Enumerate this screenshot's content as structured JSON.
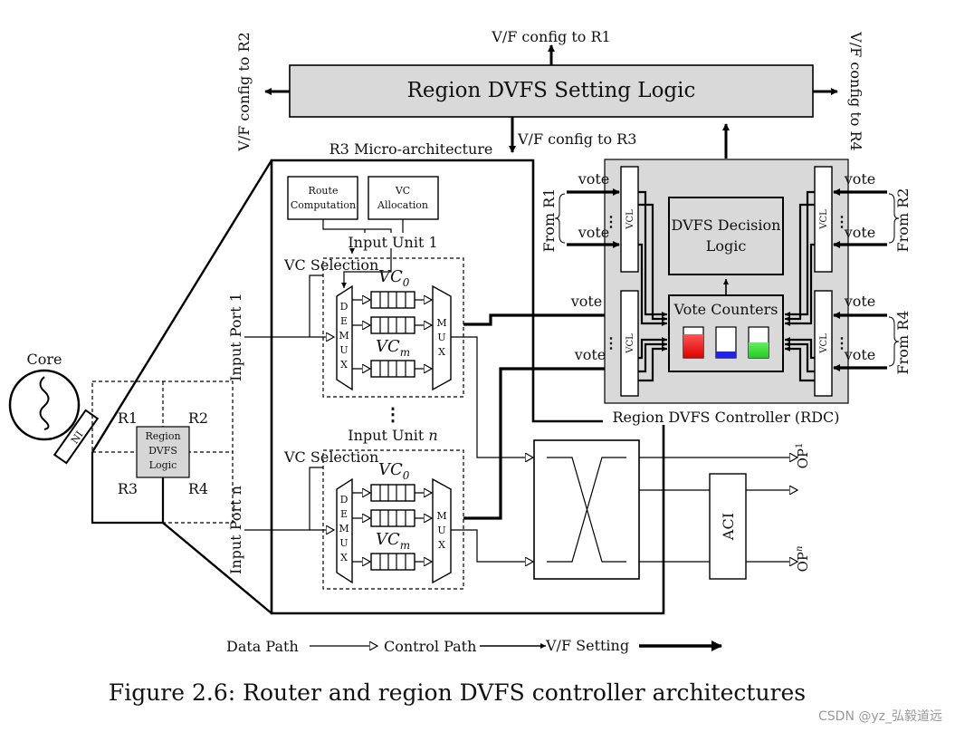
{
  "figure": {
    "caption": "Figure 2.6: Router and region DVFS controller architectures",
    "watermark": "CSDN @yz_弘毅道远"
  },
  "top": {
    "setting_logic": "Region DVFS Setting Logic",
    "vf_r1": "V/F config to R1",
    "vf_r2": "V/F config to R2",
    "vf_r3": "V/F config to R3",
    "vf_r4": "V/F config to R4"
  },
  "left": {
    "core": "Core",
    "ni": "NI",
    "r1": "R1",
    "r2": "R2",
    "r3": "R3",
    "r4": "R4",
    "region_logic": [
      "Region",
      "DVFS",
      "Logic"
    ]
  },
  "router": {
    "title": "R3 Micro-architecture",
    "route_computation": [
      "Route",
      "Computation"
    ],
    "vc_allocation": [
      "VC",
      "Allocation"
    ],
    "input_unit_1": "Input Unit 1",
    "input_unit_n_prefix": "Input Unit ",
    "input_unit_n_var": "n",
    "vc_selection": "VC Selection",
    "input_port_1": "Input Port 1",
    "input_port_n": "Input Port n",
    "vc0": "VC",
    "vc0_sub": "0",
    "vcm": "VC",
    "vcm_sub": "m",
    "demux": [
      "D",
      "E",
      "M",
      "U",
      "X"
    ],
    "mux": [
      "M",
      "U",
      "X"
    ],
    "aci": "ACI",
    "op1": "OP",
    "op1_sub": "1",
    "opn": "OP",
    "opn_sub": "n"
  },
  "rdc": {
    "title": "Region DVFS Controller (RDC)",
    "decision": [
      "DVFS Decision",
      "Logic"
    ],
    "vote_counters": "Vote Counters",
    "vcl": "VCL",
    "vote": "vote",
    "from_r1": "From R1",
    "from_r2": "From R2",
    "from_r4": "From R4",
    "counter_colors": [
      "#ff0000",
      "#2222ee",
      "#22dd22"
    ]
  },
  "legend": {
    "data_path": "Data Path",
    "control_path": "Control Path",
    "vf_setting": "V/F Setting"
  }
}
